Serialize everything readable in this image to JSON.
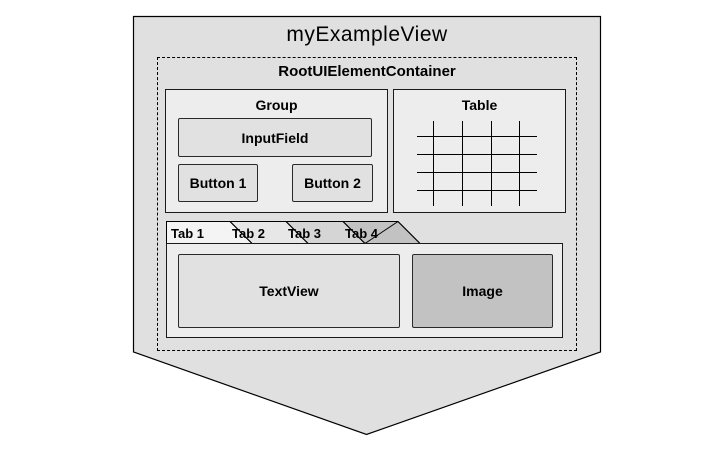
{
  "view": {
    "title": "myExampleView"
  },
  "root_container": {
    "label": "RootUIElementContainer"
  },
  "group": {
    "label": "Group",
    "input_field": {
      "label": "InputField"
    },
    "buttons": [
      {
        "label": "Button 1"
      },
      {
        "label": "Button 2"
      }
    ]
  },
  "table": {
    "label": "Table",
    "grid": {
      "vertical_lines": 4,
      "horizontal_lines": 4
    }
  },
  "tabs": [
    {
      "label": "Tab 1",
      "active": true
    },
    {
      "label": "Tab 2",
      "active": false
    },
    {
      "label": "Tab 3",
      "active": false
    },
    {
      "label": "Tab 4",
      "active": false
    }
  ],
  "tab_panel": {
    "textview": {
      "label": "TextView"
    },
    "image": {
      "label": "Image"
    }
  },
  "colors": {
    "view_fill": "#e0e0e0",
    "panel_fill": "#ededed",
    "widget_fill": "#e1e1e1",
    "image_fill": "#c2c2c2",
    "tab1_fill": "#f4f4f4",
    "tab2_fill": "#e7e7e7",
    "tab3_fill": "#d5d5d5",
    "tab4_fill": "#c2c2c2",
    "line": "#000000"
  }
}
